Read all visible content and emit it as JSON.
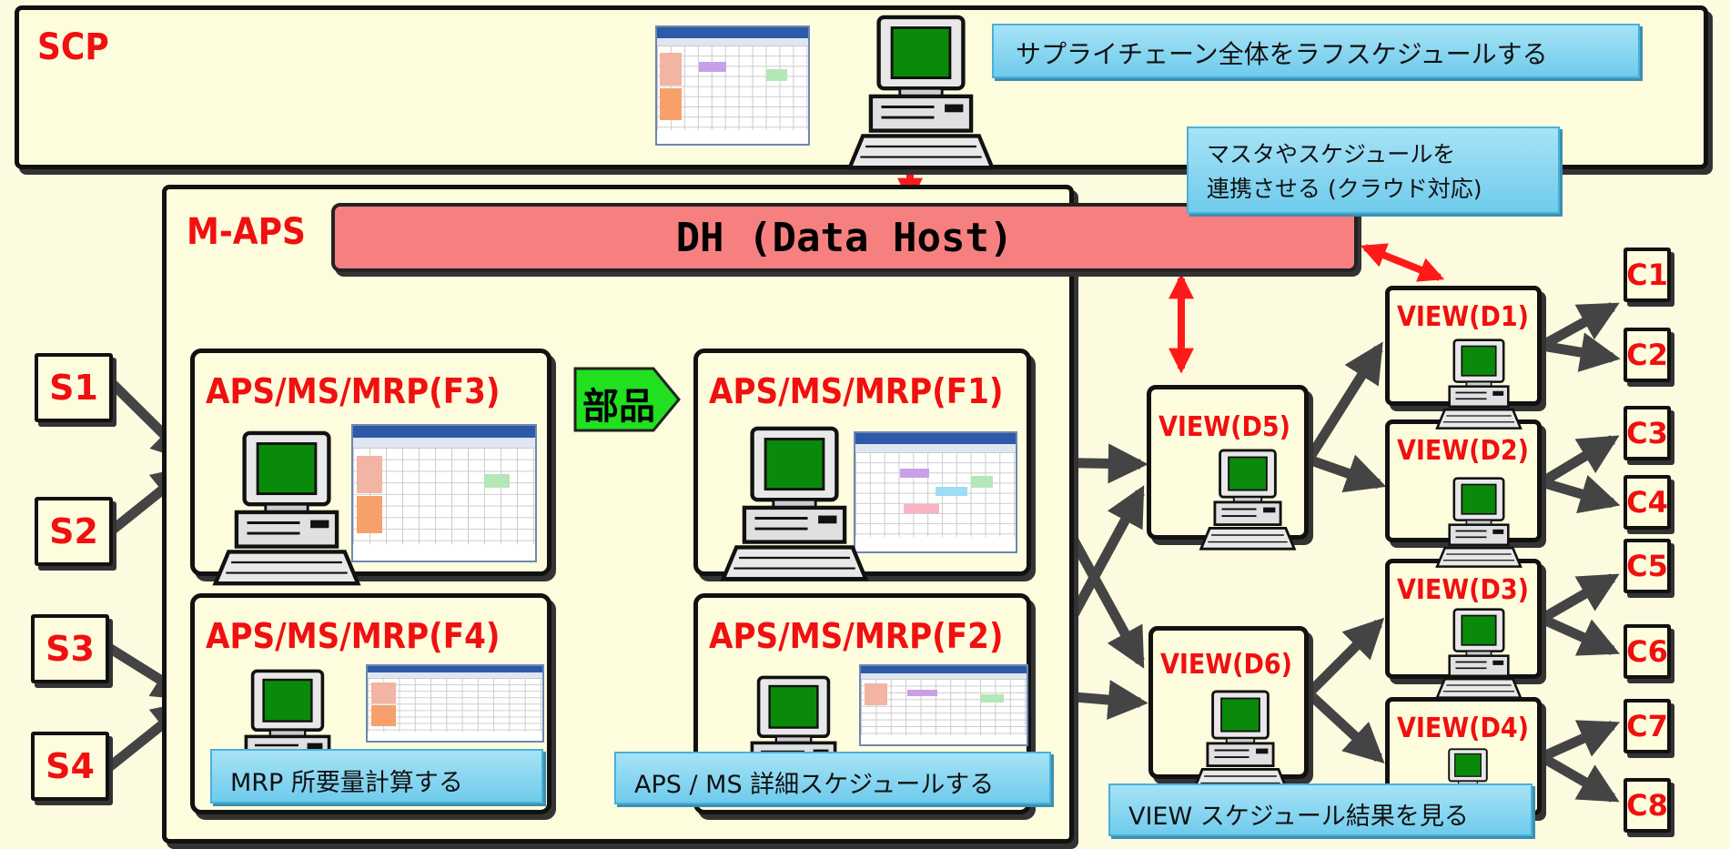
{
  "scp": {
    "label": "SCP",
    "description": "サプライチェーン全体をラフスケジュールする"
  },
  "m_aps": {
    "label": "M-APS"
  },
  "dh": {
    "label": "DH (Data Host)"
  },
  "sync_note": {
    "line1": "マスタやスケジュールを",
    "line2": "連携させる (クラウド対応)"
  },
  "parts": {
    "label": "部品"
  },
  "factories": {
    "f1": "APS/MS/MRP(F1)",
    "f2": "APS/MS/MRP(F2)",
    "f3": "APS/MS/MRP(F3)",
    "f4": "APS/MS/MRP(F4)"
  },
  "views": {
    "d1": "VIEW(D1)",
    "d2": "VIEW(D2)",
    "d3": "VIEW(D3)",
    "d4": "VIEW(D4)",
    "d5": "VIEW(D5)",
    "d6": "VIEW(D6)"
  },
  "suppliers": [
    "S1",
    "S2",
    "S3",
    "S4"
  ],
  "customers": [
    "C1",
    "C2",
    "C3",
    "C4",
    "C5",
    "C6",
    "C7",
    "C8"
  ],
  "notes": {
    "mrp": "MRP  所要量計算する",
    "aps": "APS / MS  詳細スケジュールする",
    "view": "VIEW  スケジュール結果を見る"
  },
  "colors": {
    "label_red": "#f01010",
    "dh_fill": "#f67f7f",
    "parts_fill": "#20e020",
    "link_arrow": "#444444",
    "sync_arrow": "#ff1a1a",
    "note_fill": "#8ad6f2",
    "background": "#fcfbe0"
  }
}
